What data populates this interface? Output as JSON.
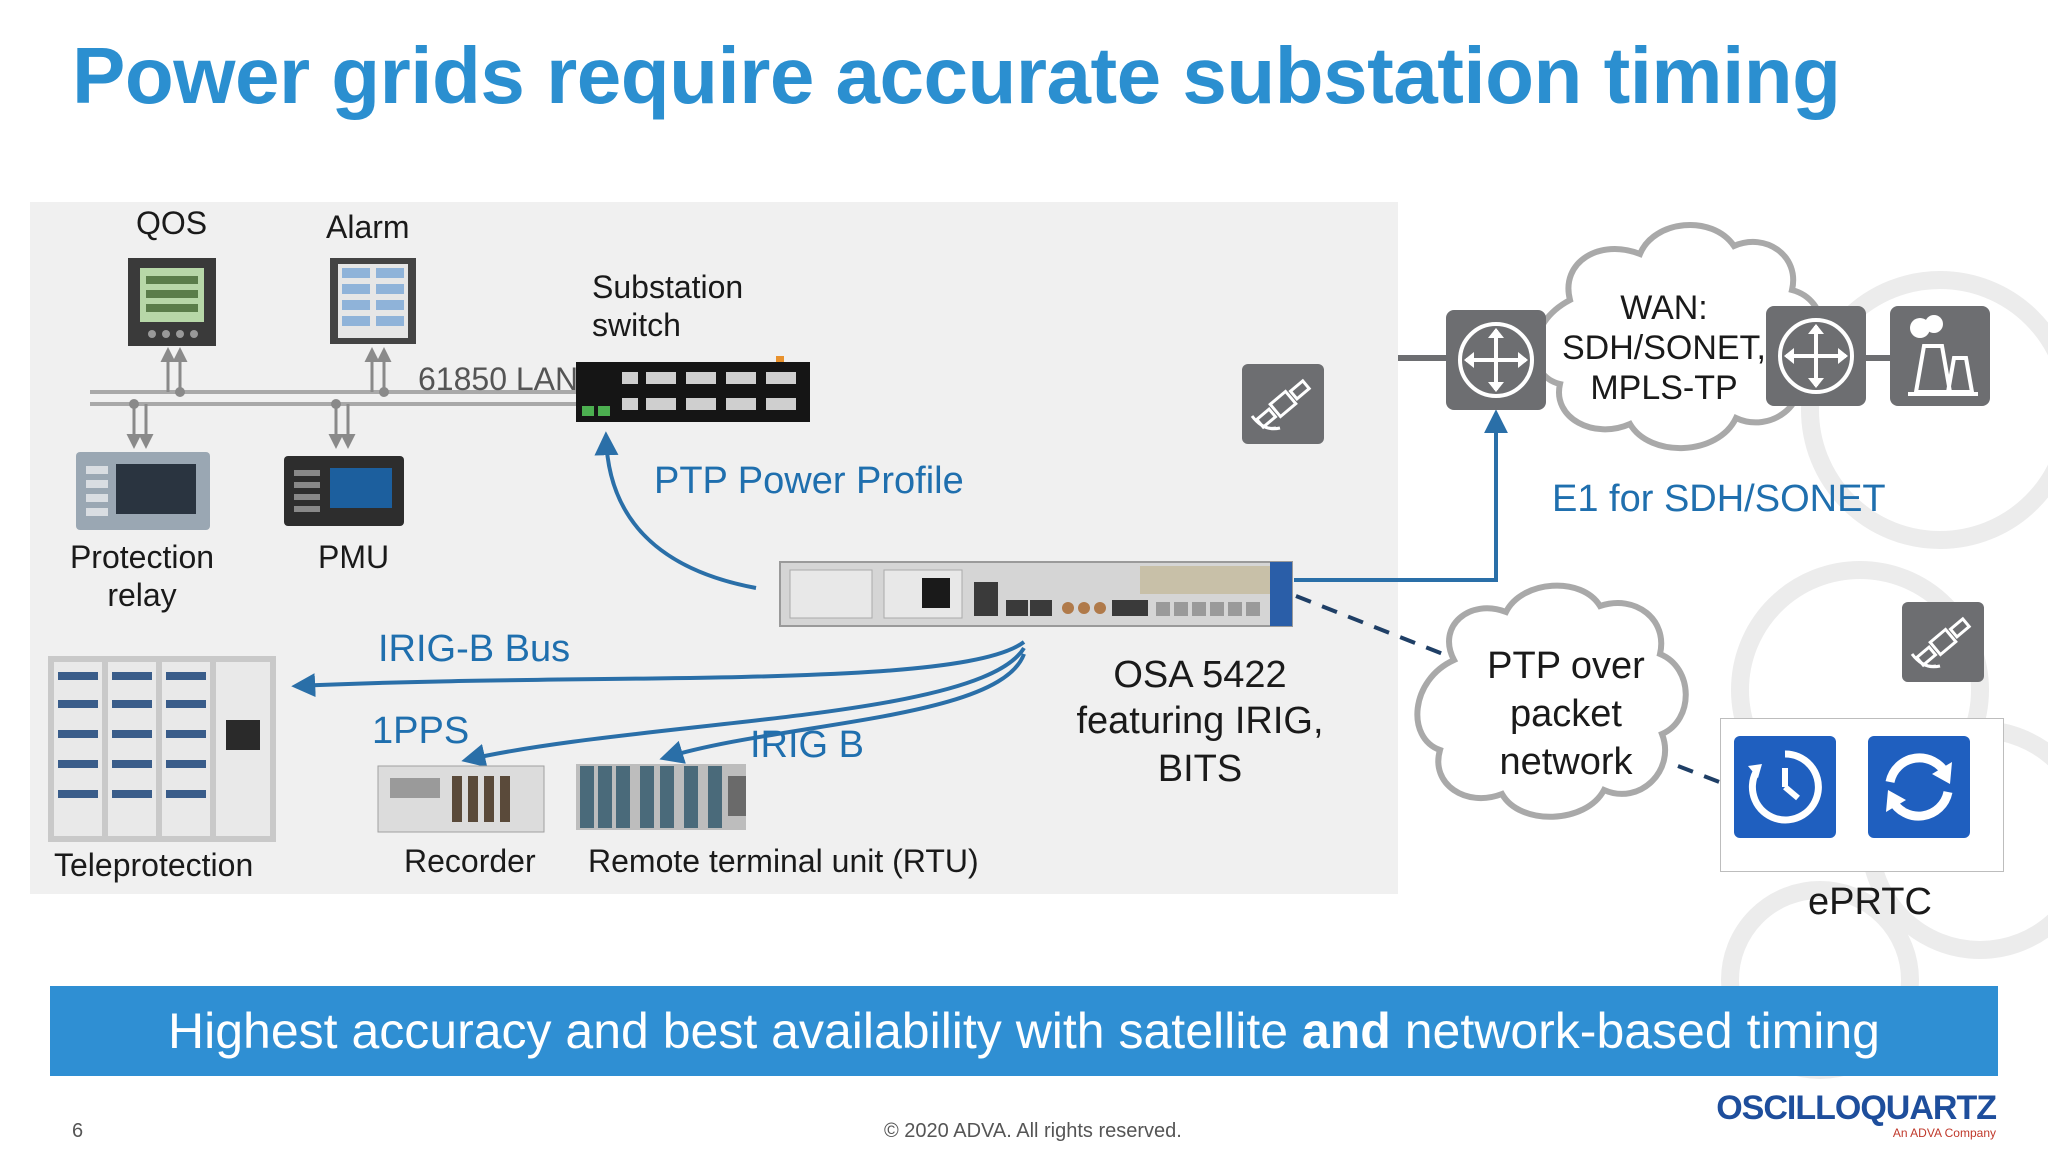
{
  "title": "Power grids require accurate substation timing",
  "labels": {
    "qos": "QOS",
    "alarm": "Alarm",
    "substation_switch_line1": "Substation",
    "substation_switch_line2": "switch",
    "lan": "61850 LAN",
    "protection_relay_line1": "Protection",
    "protection_relay_line2": "relay",
    "pmu": "PMU",
    "ptp_power_profile": "PTP Power Profile",
    "irig_b_bus": "IRIG-B Bus",
    "pps": "1PPS",
    "irig_b": "IRIG B",
    "teleprotection": "Teleprotection",
    "recorder": "Recorder",
    "rtu": "Remote terminal unit (RTU)",
    "osa_line1": "OSA 5422",
    "osa_line2": "featuring IRIG,",
    "osa_line3": "BITS",
    "wan_line1": "WAN:",
    "wan_line2": "SDH/SONET,",
    "wan_line3": "MPLS-TP",
    "e1": "E1 for SDH/SONET",
    "ptp_cloud_line1": "PTP over",
    "ptp_cloud_line2": "packet",
    "ptp_cloud_line3": "network",
    "eprtc": "ePRTC"
  },
  "banner": {
    "part1": "Highest accuracy and best availability with satellite ",
    "bold": "and",
    "part2": " network-based timing"
  },
  "footer": {
    "page_number": "6",
    "copyright": "© 2020 ADVA. All rights reserved.",
    "logo": "OSCILLOQUARTZ",
    "logo_sub": "An ADVA Company"
  },
  "icons": [
    "satellite-icon",
    "router-icon",
    "power-plant-icon",
    "clock-icon",
    "sync-icon"
  ],
  "colors": {
    "title": "#2b8fd0",
    "banner": "#2f8fd3",
    "arrow": "#2a6fa8",
    "icon_tile": "#6d6e71",
    "eprtc_tile": "#1f5fbf"
  }
}
